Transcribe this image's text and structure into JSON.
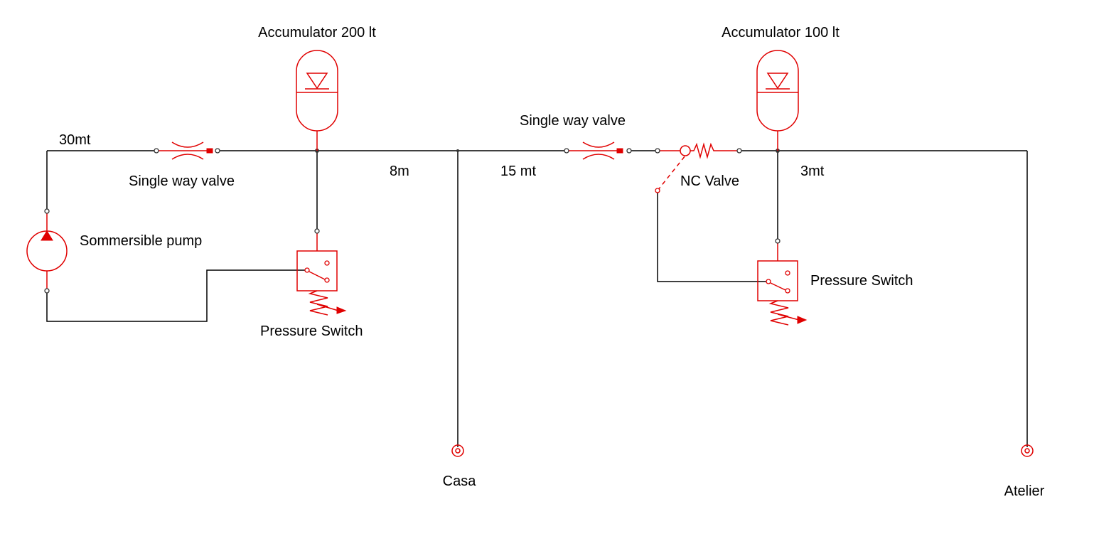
{
  "diagram": {
    "labels": {
      "accumulator_left": "Accumulator 200 lt",
      "accumulator_right": "Accumulator 100 lt",
      "pipe_30mt": "30mt",
      "check_valve_left": "Single way valve",
      "check_valve_right": "Single way valve",
      "pipe_8m": "8m",
      "pipe_15mt": "15 mt",
      "nc_valve": "NC Valve",
      "pipe_3mt": "3mt",
      "pump": "Sommersible pump",
      "pressure_switch_left": "Pressure Switch",
      "pressure_switch_right": "Pressure Switch",
      "outlet_casa": "Casa",
      "outlet_atelier": "Atelier"
    },
    "colors": {
      "component": "#e00000",
      "wire": "#000000",
      "background": "#ffffff"
    }
  }
}
